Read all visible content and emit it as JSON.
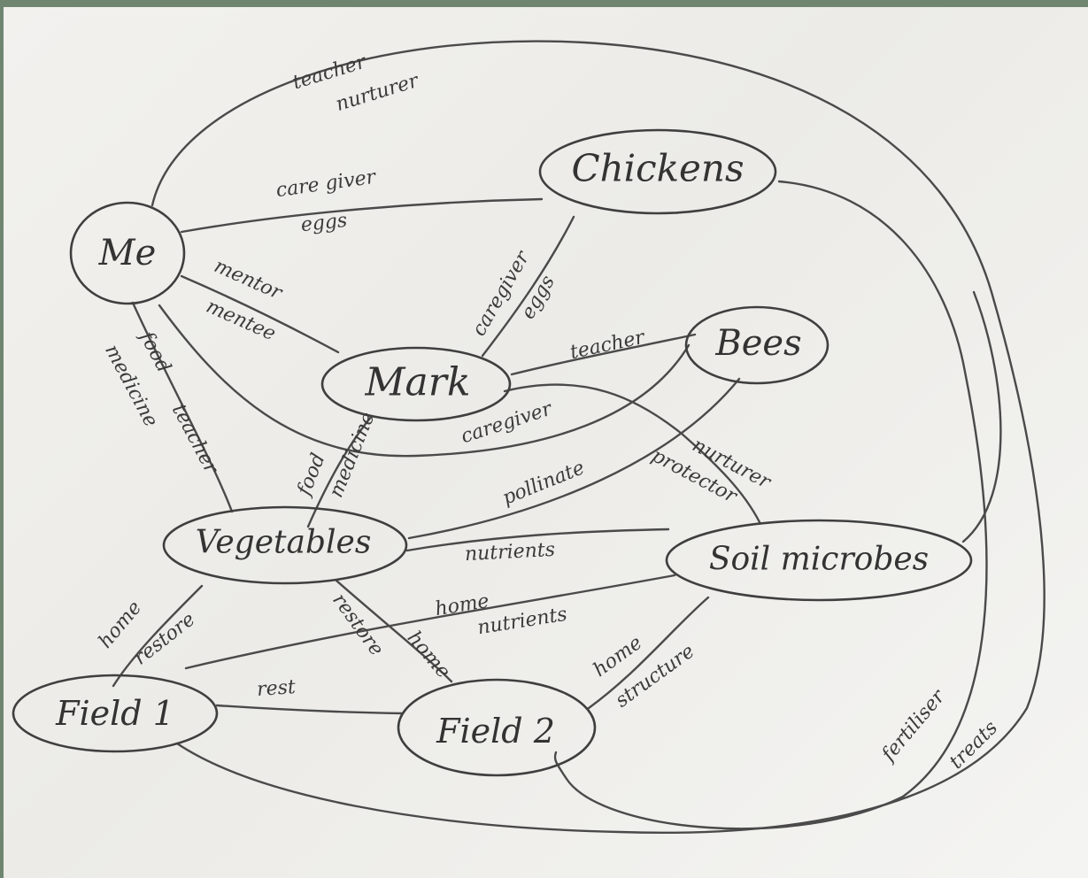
{
  "nodes": {
    "me": "Me",
    "chickens": "Chickens",
    "mark": "Mark",
    "bees": "Bees",
    "vegetables": "Vegetables",
    "soil_microbes": "Soil microbes",
    "field1": "Field 1",
    "field2": "Field 2"
  },
  "edge_labels": {
    "me_field2_teacher": "teacher",
    "me_field2_nurturer": "nurturer",
    "me_chickens_caregiver": "care giver",
    "me_chickens_eggs": "eggs",
    "me_mark_mentor": "mentor",
    "me_mark_mentee": "mentee",
    "me_veg_food": "food",
    "me_veg_medicine": "medicine",
    "me_veg_teacher": "teacher",
    "mark_chickens_caregiver": "caregiver",
    "mark_chickens_eggs": "eggs",
    "mark_bees_teacher": "teacher",
    "me_bees_caregiver": "caregiver",
    "mark_veg_food": "food",
    "mark_veg_medicine": "medicine",
    "mark_soil_nurturer": "nurturer",
    "mark_soil_protector": "protector",
    "bees_veg_pollinate": "pollinate",
    "veg_soil_nutrients": "nutrients",
    "soil_field1_home": "home",
    "soil_field1_nutrients": "nutrients",
    "veg_field1_home": "home",
    "veg_field1_restore": "restore",
    "veg_field2_restore": "restore",
    "veg_field2_home": "home",
    "field1_field2_rest": "rest",
    "soil_field2_home": "home",
    "soil_field2_structure": "structure",
    "chickens_field2_fertiliser": "fertiliser",
    "chickens_field2_treats": "treats"
  }
}
